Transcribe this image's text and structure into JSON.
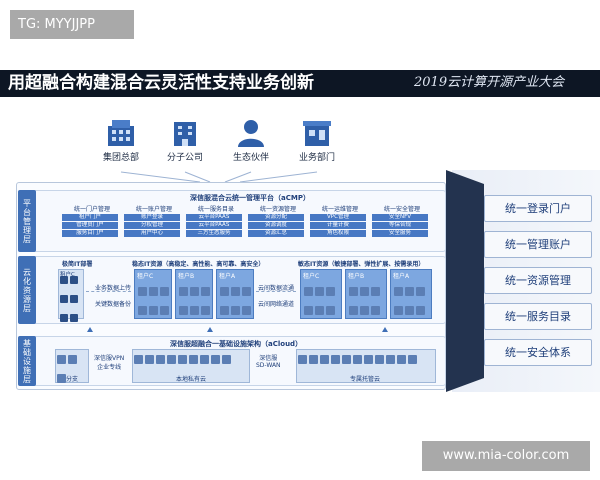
{
  "watermark_top": "TG: MYYJJPP",
  "watermark_bottom": "www.mia-color.com",
  "banner": {
    "title": "用超融合构建混合云灵活性支持业务创新",
    "subtitle": "2019云计算开源产业大会"
  },
  "entities": [
    {
      "label": "集团总部",
      "icon": "building-network-icon"
    },
    {
      "label": "分子公司",
      "icon": "office-building-icon"
    },
    {
      "label": "生态伙伴",
      "icon": "person-icon"
    },
    {
      "label": "业务部门",
      "icon": "store-icon"
    }
  ],
  "layers": {
    "platform": {
      "tab": "平台管理层",
      "title": "深信服混合云统一管理平台（aCMP）",
      "groups": [
        {
          "heading": "统一门户管理",
          "items": [
            "租户门户",
            "管理员门户",
            "服务目门户"
          ]
        },
        {
          "heading": "统一账户管理",
          "items": [
            "账户登录",
            "分权管理",
            "用户中心"
          ]
        },
        {
          "heading": "统一服务目录",
          "items": [
            "云平台PAAS",
            "云平台PAAS",
            "三方生态服务"
          ]
        },
        {
          "heading": "统一资源管理",
          "items": [
            "资源分配",
            "资源调度",
            "资源汇总"
          ]
        },
        {
          "heading": "统一运维管理",
          "items": [
            "VPC管理",
            "计量计费",
            "角色权限"
          ]
        },
        {
          "heading": "统一安全管理",
          "items": [
            "安全NFV",
            "等保合规",
            "安全服务"
          ]
        }
      ]
    },
    "cloud": {
      "tab": "云化资源层",
      "left_title": "极简IT部署",
      "steady_title": "稳态IT资源（高稳定、高性能、高可靠、高安全）",
      "agile_title": "敏态IT资源（敏捷部署、弹性扩展、按需录用）",
      "tenant_labels": [
        "租户C",
        "租户B",
        "租户A",
        "租户C",
        "租户B",
        "租户A"
      ],
      "left_items": [
        "业务数据上传",
        "关键数据备份"
      ],
      "middle_items": [
        "云间数据流通",
        "云间网络通道"
      ]
    },
    "infra": {
      "tab": "基础设施层",
      "title": "深信服超融合一基础设施架构（aCloud）",
      "left_mid_label": "深信服VPN\n企业专线",
      "right_mid_label": "深信服\nSD-WAN",
      "bottom_labels": [
        "分支",
        "本地私有云",
        "专属托管云"
      ]
    }
  },
  "side_buttons": [
    "统一登录门户",
    "统一管理账户",
    "统一资源管理",
    "统一服务目录",
    "统一安全体系"
  ],
  "colors": {
    "banner_bg": "#0d1624",
    "accent_blue": "#3f6fb6",
    "chip_blue": "#4778c4",
    "text_navy": "#1f3f7a"
  }
}
